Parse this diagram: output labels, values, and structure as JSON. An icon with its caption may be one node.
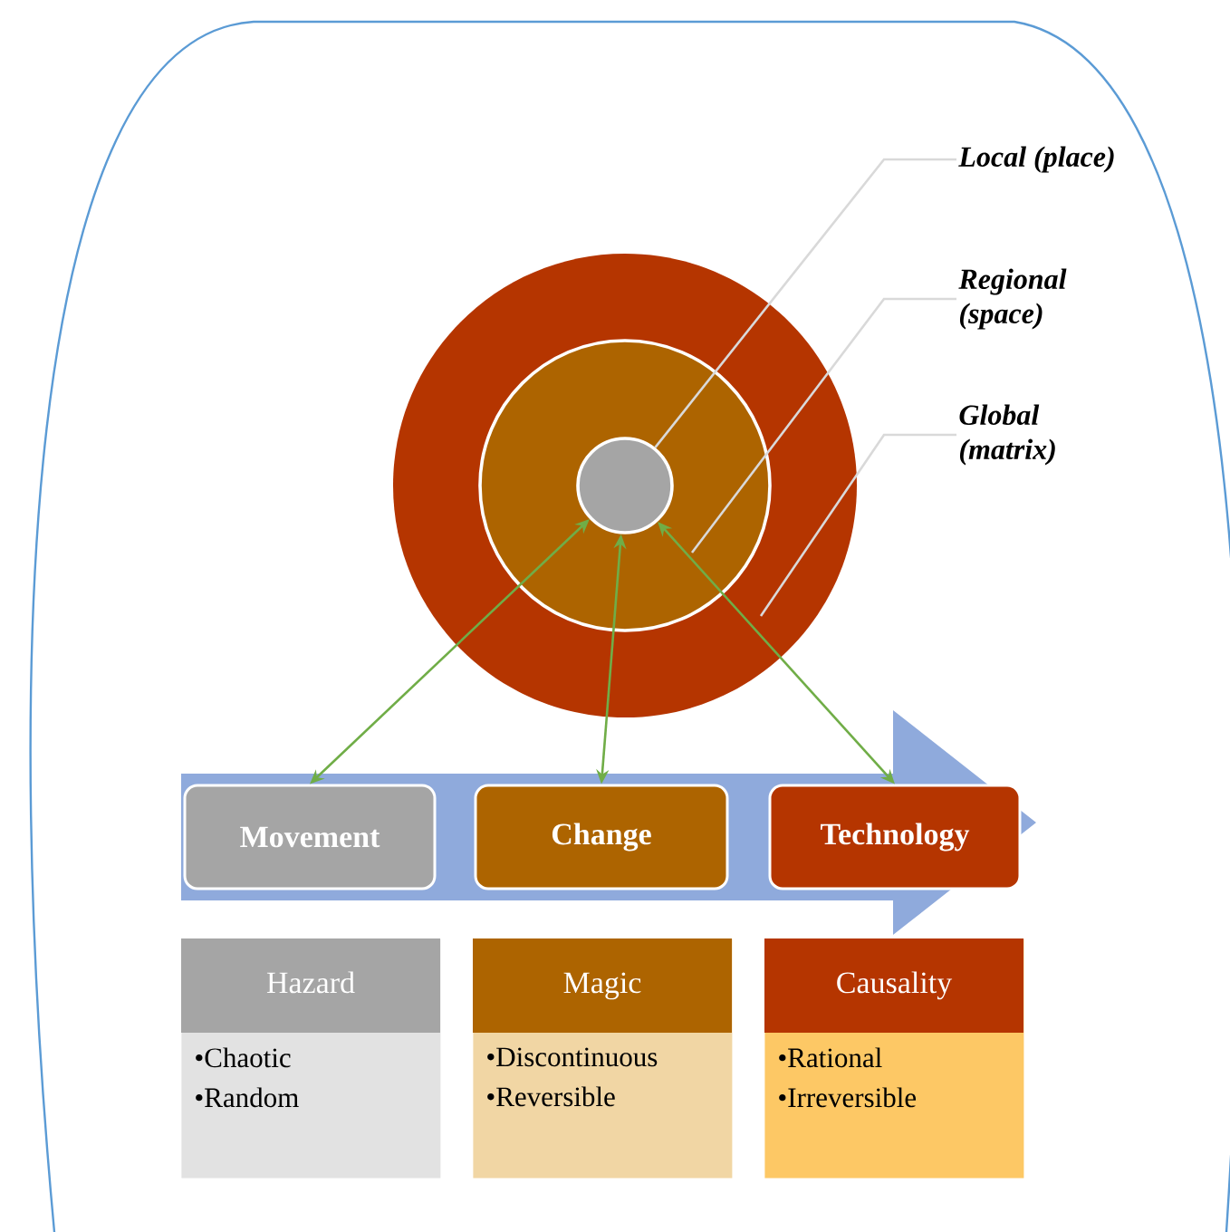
{
  "diagram": {
    "nodes": [
      {
        "text": [],
        "shape": "circle"
      },
      {
        "text": [],
        "shape": "circle",
        "in": 0
      },
      {
        "text": [],
        "shape": "circle",
        "in": 1
      },
      {
        "text": [
          "Local (place)"
        ]
      },
      {
        "text": [
          "Regional (space)"
        ]
      },
      {
        "text": [
          "Global (matrix)"
        ]
      },
      {
        "text": [],
        "shape": "arrow"
      },
      {
        "text": [
          "Movement"
        ],
        "in": 6
      },
      {
        "text": [
          "Change"
        ],
        "in": 6
      },
      {
        "text": [
          "Technology"
        ],
        "in": 6
      },
      {
        "text": [
          "Hazard",
          "•Chaotic",
          "•Random"
        ]
      },
      {
        "text": [
          "Magic",
          "•Discontinuous",
          "•Reversible"
        ]
      },
      {
        "text": [
          "Causality",
          "•Rational",
          "•Irreversible"
        ]
      }
    ],
    "edges": [
      {
        "from": 3,
        "to": 2,
        "arrow": "none",
        "color": "#d9d9d9"
      },
      {
        "from": 4,
        "to": 1,
        "arrow": "none",
        "color": "#d9d9d9"
      },
      {
        "from": 5,
        "to": 0,
        "arrow": "none",
        "color": "#d9d9d9"
      },
      {
        "from": 2,
        "to": 7,
        "arrow": "both",
        "color": "#70ad47"
      },
      {
        "from": 2,
        "to": 8,
        "arrow": "both",
        "color": "#70ad47"
      },
      {
        "from": 2,
        "to": 9,
        "arrow": "both",
        "color": "#70ad47"
      }
    ]
  }
}
